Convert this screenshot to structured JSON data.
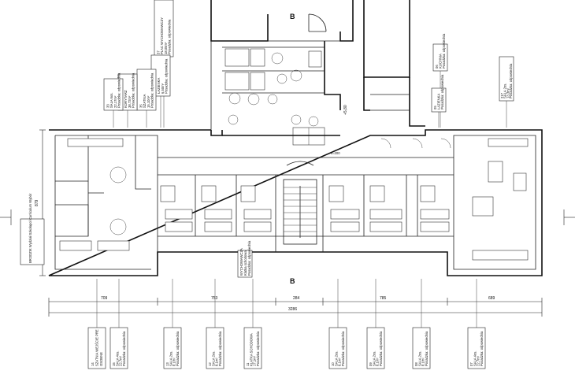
{
  "drawing": {
    "section_mark": "B",
    "elevation_mark": "+5,80",
    "slope_note": "s=200",
    "label_corridor": "BRODZIK Wydział Szkołapol Curriculum Wybór"
  },
  "dimensions": {
    "vertical_left": "879",
    "segments": [
      "709",
      "753",
      "284",
      "785",
      "689"
    ],
    "total": "3286"
  },
  "top_tags": [
    {
      "code": "37",
      "name": "PLAC WYCHOWAWCZY",
      "area": "18,05m²",
      "floor": "Posadzka: odpowiednia"
    },
    {
      "code": "36",
      "name": "ŁAZIENKA",
      "area": "6,50m²",
      "floor": "Posadzka: odpowiednia"
    },
    {
      "code": "35",
      "name": "SZATNIA",
      "area": "15,10m²",
      "floor": "Posadzka: odpowiednia"
    },
    {
      "code": "34",
      "name": "KORYTARZ",
      "area": "38,72m²",
      "floor": "Posadzka: odpowiednia"
    },
    {
      "code": "33",
      "name": "SALA 6os.",
      "area": "22,17m²",
      "floor": "Posadzka: odpowiednia"
    }
  ],
  "right_tags": [
    {
      "code": "06",
      "name": "KUCHNIA",
      "area": "",
      "floor": "Posadzka: odpowiednia"
    },
    {
      "code": "05",
      "name": "ŁAZIENKA",
      "area": "",
      "floor": "Posadzka: odpowiednia"
    },
    {
      "code": "217",
      "name": "SALA 2os.",
      "area": "13,3m²",
      "floor": "Posadzka: odpowiednia"
    }
  ],
  "bottom_tags": [
    {
      "code": "14",
      "name": "SZATNIA WEJŚCIE PRE",
      "area": "",
      "floor": "OSOBNE"
    },
    {
      "code": "15",
      "name": "SALA 4os.",
      "area": "22,7m²",
      "floor": "Posadzka: odpowiednia"
    },
    {
      "code": "13",
      "name": "SALA 2os.",
      "area": "8,1m²",
      "floor": "Posadzka: odpowiednia"
    },
    {
      "code": "12",
      "name": "SALA 2os.",
      "area": "8,1m²",
      "floor": "Posadzka: odpowiednia"
    },
    {
      "code": "11",
      "name": "KLATKA SCHODOWA",
      "area": "17,1m²",
      "floor": "Posadzka: odpowiednia"
    },
    {
      "code": "10",
      "name": "SALA 2os.",
      "area": "8,1m²",
      "floor": "Posadzka: odpowiednia"
    },
    {
      "code": "09",
      "name": "SALA 2os.",
      "area": "8,1m²",
      "floor": "Posadzka: odpowiednia"
    },
    {
      "code": "08",
      "name": "SALA 2os.",
      "area": "8,1m²",
      "floor": "Posadzka: odpowiednia"
    },
    {
      "code": "07",
      "name": "SALA 4os.",
      "area": "22,7m²",
      "floor": "Posadzka: odpowiednia"
    }
  ],
  "center_note": {
    "line1": "WYCHOWAWCZA",
    "line2": "Klatka schodowa",
    "line3": "Posadzka: odpowiednia"
  }
}
